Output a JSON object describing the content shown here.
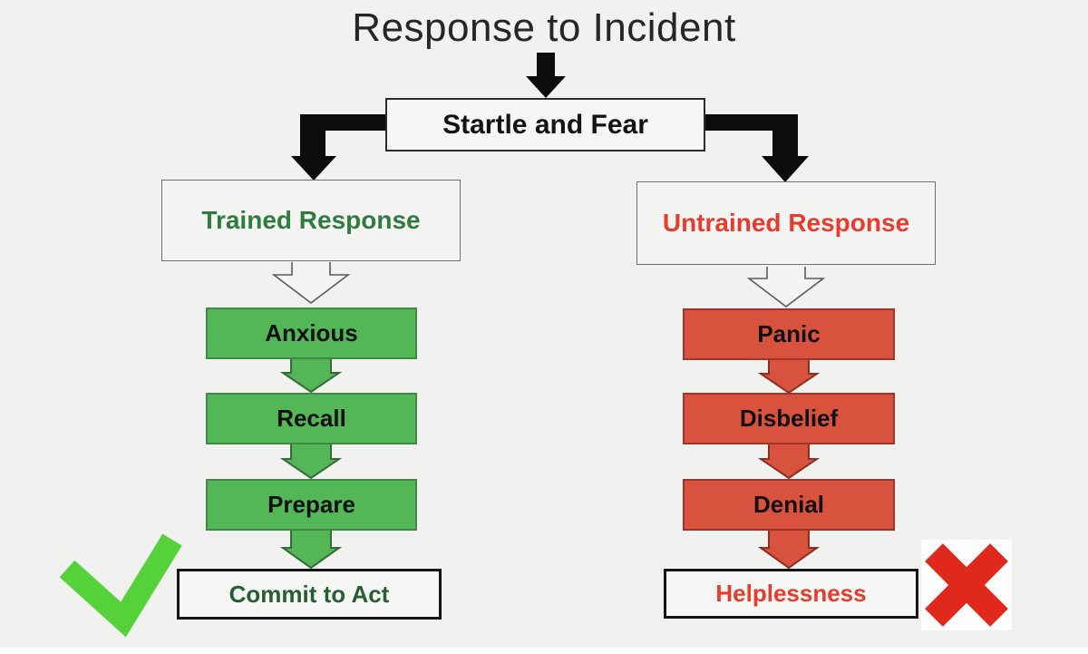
{
  "title": "Response to Incident",
  "root_box": {
    "label": "Startle and Fear"
  },
  "left_branch": {
    "header": "Trained Response",
    "steps": [
      "Anxious",
      "Recall",
      "Prepare"
    ],
    "outcome": "Commit to Act",
    "result_icon": "check-icon"
  },
  "right_branch": {
    "header": "Untrained Response",
    "steps": [
      "Panic",
      "Disbelief",
      "Denial"
    ],
    "outcome": "Helplessness",
    "result_icon": "cross-icon"
  },
  "colors": {
    "background": "#f1f1f0",
    "arrow_black": "#0c0c0c",
    "green_fill": "#53b757",
    "green_border": "#356b38",
    "red_fill": "#d8523e",
    "red_border": "#8c3024",
    "trained_text": "#2f7c3e",
    "untrained_text": "#e73c2d",
    "commit_text": "#275f35",
    "helplessness_text": "#e73c2d",
    "check_green": "#55d23a",
    "cross_red": "#e0291c",
    "hollow_fill": "#f4f4f3",
    "hollow_stroke": "#5a5a5a"
  }
}
